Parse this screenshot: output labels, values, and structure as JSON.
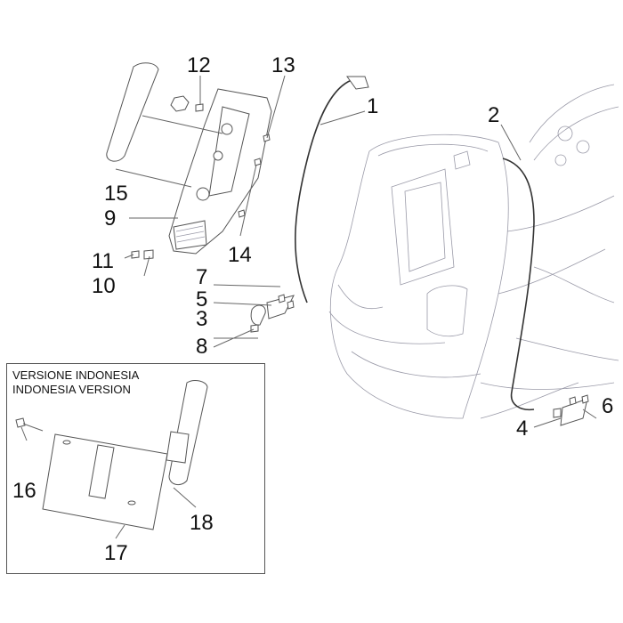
{
  "inset": {
    "title_line1": "VERSIONE INDONESIA",
    "title_line2": "INDONESIA VERSION"
  },
  "callouts": {
    "c1": "1",
    "c2": "2",
    "c3": "3",
    "c4": "4",
    "c5": "5",
    "c6": "6",
    "c7": "7",
    "c8": "8",
    "c9": "9",
    "c10": "10",
    "c11": "11",
    "c12": "12",
    "c13": "13",
    "c14": "14",
    "c15": "15",
    "c16": "16",
    "c17": "17",
    "c18": "18"
  }
}
